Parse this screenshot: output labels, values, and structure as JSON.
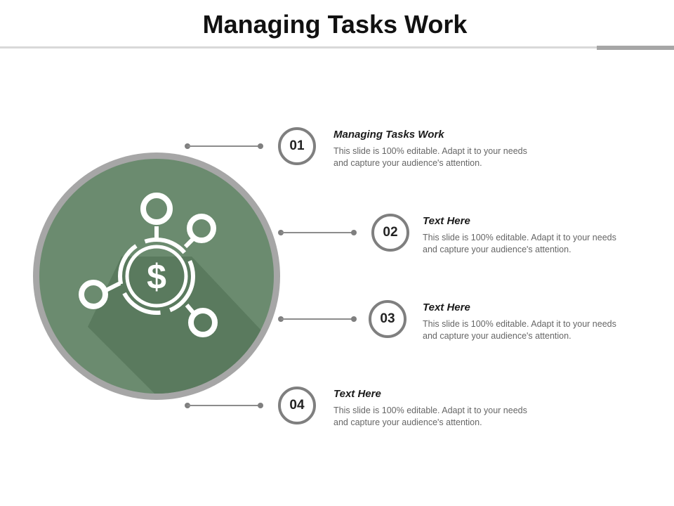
{
  "slide": {
    "title": "Managing Tasks Work"
  },
  "hero": {
    "icon": "dollar-network-icon",
    "fill_color": "#6b8b6f",
    "shadow_color": "#5a7a5e",
    "ring_color": "#a6a6a6",
    "glyph": "$"
  },
  "steps": [
    {
      "number": "01",
      "title": "Managing Tasks Work",
      "description": "This slide is 100% editable. Adapt it to your needs and capture your audience's attention."
    },
    {
      "number": "02",
      "title": "Text Here",
      "description": "This slide is 100% editable. Adapt it to your needs and capture your audience's attention."
    },
    {
      "number": "03",
      "title": "Text Here",
      "description": "This slide is 100% editable. Adapt it to your needs and capture your audience's attention."
    },
    {
      "number": "04",
      "title": "Text Here",
      "description": "This slide is 100% editable. Adapt it to your needs and capture your audience's attention."
    }
  ]
}
